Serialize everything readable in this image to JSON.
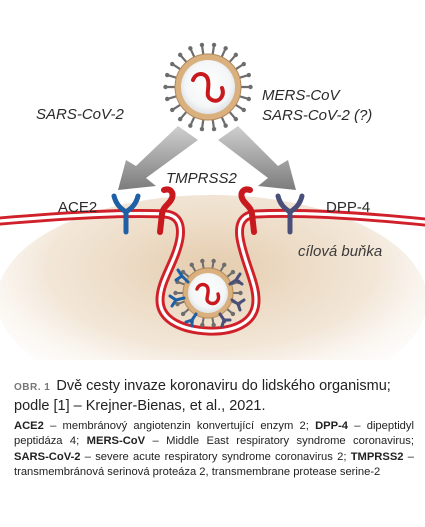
{
  "diagram": {
    "label_sars_left": "SARS-CoV-2",
    "label_mers_1": "MERS-CoV",
    "label_mers_2": "SARS-CoV-2 (?)",
    "label_tmprss2": "TMPRSS2",
    "label_ace2": "ACE2",
    "label_dpp4": "DPP-4",
    "label_target_cell": "cílová buňka",
    "colors": {
      "membrane_red": "#d0202a",
      "ace2_blue": "#1f5fa5",
      "dpp4_grey": "#4a4f7a",
      "arrow_grey": "#8a8a8a",
      "cell_tint": "#e9d6c0",
      "virus_envelope": "#ddb98a"
    }
  },
  "caption": {
    "figure_no": "OBR. 1",
    "title_line1": "Dvě cesty invaze koronaviru do lidského organismu;",
    "title_line2": "podle [1] – Krejner-Bienas, et al., 2021."
  },
  "legend": [
    {
      "term": "ACE2",
      "text": " – membránový angiotenzin konvertující enzym 2; "
    },
    {
      "term": "DPP-4",
      "text": " – dipeptidyl peptidáza 4; "
    },
    {
      "term": "MERS-CoV",
      "text": " – Middle East respiratory syndrome coronavirus; "
    },
    {
      "term": "SARS-CoV-2",
      "text": " – severe acute respiratory syndrome coronavirus 2; "
    },
    {
      "term": "TMPRSS2",
      "text": " – transmembránová serinová proteáza 2, transmembrane protease serine-2"
    }
  ]
}
